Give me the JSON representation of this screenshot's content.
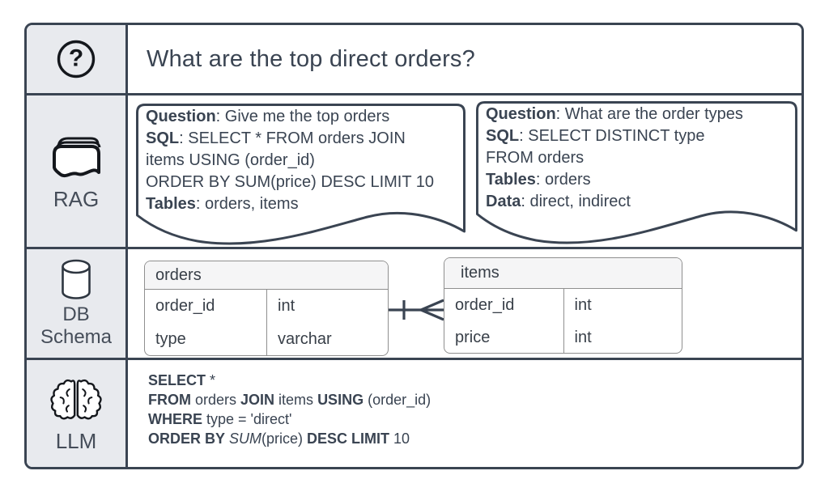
{
  "colors": {
    "ink": "#3a4452",
    "sidebar_bg": "#e8eaee",
    "table_header_bg": "#f5f5f6",
    "table_border": "#8f8f8f",
    "icon_ink": "#14171c"
  },
  "rows": {
    "question": {
      "icon": "question-circle-icon",
      "title": "What are the top direct orders?"
    },
    "rag": {
      "icon": "documents-stack-icon",
      "label": "RAG",
      "cards": [
        {
          "lines": [
            [
              {
                "t": "Question",
                "b": true
              },
              {
                "t": ": Give me the top orders"
              }
            ],
            [
              {
                "t": "SQL",
                "b": true
              },
              {
                "t": ": SELECT * FROM orders JOIN"
              }
            ],
            [
              {
                "t": "items USING (order_id)"
              }
            ],
            [
              {
                "t": "ORDER BY SUM(price) DESC LIMIT 10"
              }
            ],
            [
              {
                "t": "Tables",
                "b": true
              },
              {
                "t": ": orders, items"
              }
            ]
          ]
        },
        {
          "lines": [
            [
              {
                "t": "Question",
                "b": true
              },
              {
                "t": ": What are the order types"
              }
            ],
            [
              {
                "t": "SQL",
                "b": true
              },
              {
                "t": ": SELECT DISTINCT type"
              }
            ],
            [
              {
                "t": "FROM orders"
              }
            ],
            [
              {
                "t": "Tables",
                "b": true
              },
              {
                "t": ": orders"
              }
            ],
            [
              {
                "t": "Data",
                "b": true
              },
              {
                "t": ": direct, indirect"
              }
            ]
          ]
        }
      ]
    },
    "db": {
      "icon": "database-cylinder-icon",
      "label_line1": "DB",
      "label_line2": "Schema",
      "tables": [
        {
          "name": "orders",
          "columns": [
            [
              "order_id",
              "int"
            ],
            [
              "type",
              "varchar"
            ]
          ]
        },
        {
          "name": "items",
          "columns": [
            [
              "order_id",
              "int"
            ],
            [
              "price",
              "int"
            ]
          ]
        }
      ],
      "relation": {
        "cardinality": "one-to-many",
        "from": "orders",
        "to": "items"
      }
    },
    "llm": {
      "icon": "brain-icon",
      "label": "LLM",
      "sql_lines": [
        [
          {
            "t": "SELECT",
            "b": true
          },
          {
            "t": " *"
          }
        ],
        [
          {
            "t": "FROM",
            "b": true
          },
          {
            "t": " orders "
          },
          {
            "t": "JOIN",
            "b": true
          },
          {
            "t": " items "
          },
          {
            "t": "USING",
            "b": true
          },
          {
            "t": " (order_id)"
          }
        ],
        [
          {
            "t": "WHERE",
            "b": true
          },
          {
            "t": " type = 'direct'"
          }
        ],
        [
          {
            "t": "ORDER BY",
            "b": true
          },
          {
            "t": " "
          },
          {
            "t": "SUM",
            "i": true
          },
          {
            "t": "(price) "
          },
          {
            "t": "DESC LIMIT",
            "b": true
          },
          {
            "t": " 10"
          }
        ]
      ]
    }
  }
}
